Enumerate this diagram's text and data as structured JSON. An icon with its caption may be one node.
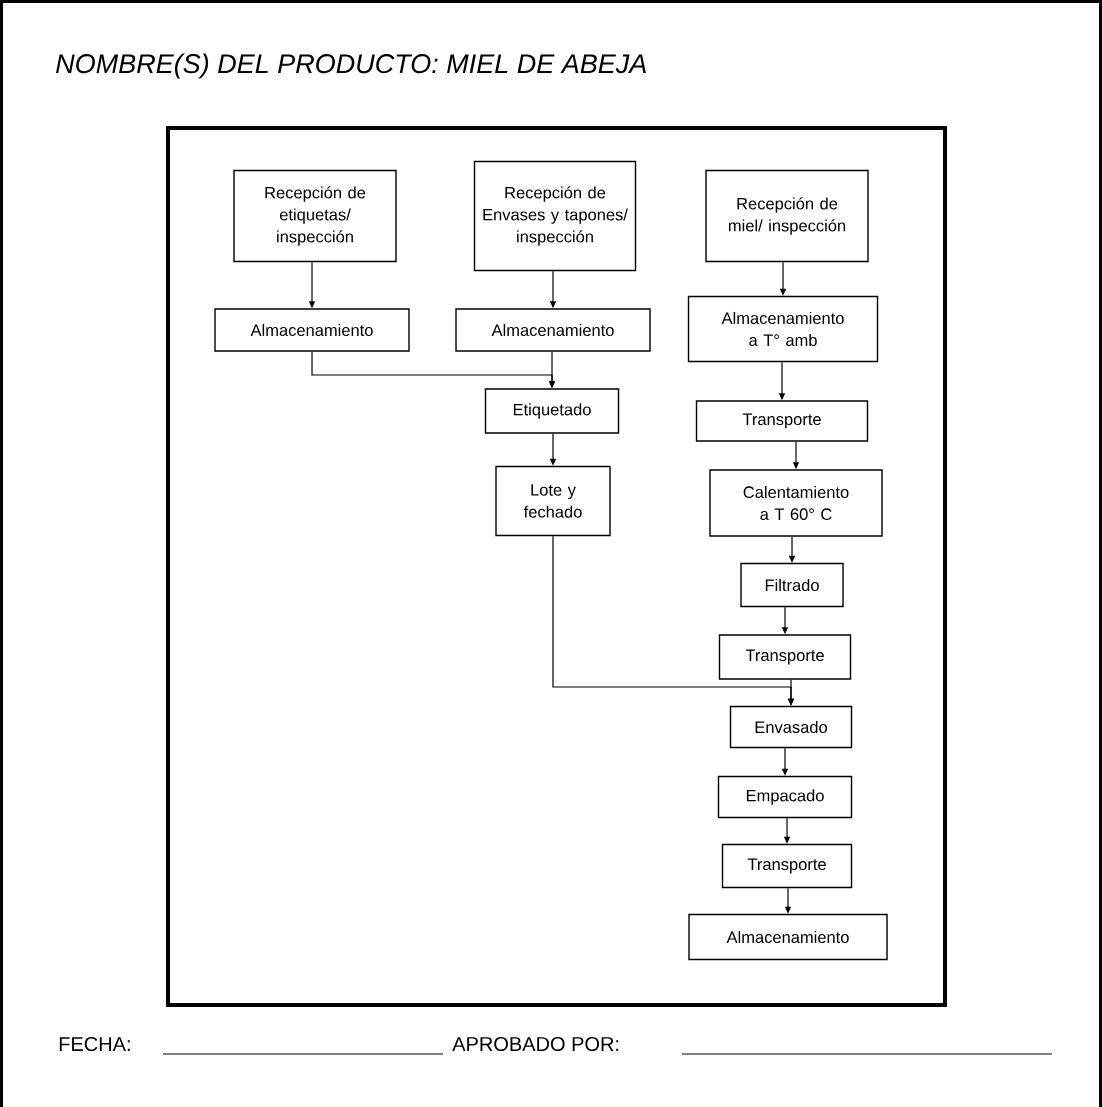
{
  "diagram": {
    "title": "NOMBRE(S) DEL PRODUCTO: MIEL DE ABEJA",
    "nodes": [
      {
        "text": [
          "Recepción de etiquetas/ inspección"
        ]
      },
      {
        "text": [
          "Recepción de Envases y tapones/ inspección"
        ]
      },
      {
        "text": [
          "Recepción de miel/ inspección"
        ]
      },
      {
        "text": [
          "Almacenamiento"
        ]
      },
      {
        "text": [
          "Almacenamiento"
        ]
      },
      {
        "text": [
          "Almacenamiento a T° amb"
        ]
      },
      {
        "text": [
          "Etiquetado"
        ]
      },
      {
        "text": [
          "Transporte"
        ]
      },
      {
        "text": [
          "Lote y fechado"
        ]
      },
      {
        "text": [
          "Calentamiento a T 60° C"
        ]
      },
      {
        "text": [
          "Filtrado"
        ]
      },
      {
        "text": [
          "Transporte"
        ]
      },
      {
        "text": [
          "Envasado"
        ]
      },
      {
        "text": [
          "Empacado"
        ]
      },
      {
        "text": [
          "Transporte"
        ]
      },
      {
        "text": [
          "Almacenamiento"
        ]
      }
    ],
    "edges": [
      {
        "from": 0,
        "to": 3,
        "arrow": "to"
      },
      {
        "from": 1,
        "to": 4,
        "arrow": "to"
      },
      {
        "from": 2,
        "to": 5,
        "arrow": "to"
      },
      {
        "from": 3,
        "to": 6,
        "arrow": "to"
      },
      {
        "from": 4,
        "to": 6,
        "arrow": "to"
      },
      {
        "from": 5,
        "to": 7,
        "arrow": "to"
      },
      {
        "from": 6,
        "to": 8,
        "arrow": "to"
      },
      {
        "from": 7,
        "to": 9,
        "arrow": "to"
      },
      {
        "from": 9,
        "to": 10,
        "arrow": "to"
      },
      {
        "from": 10,
        "to": 11,
        "arrow": "to"
      },
      {
        "from": 8,
        "to": 12,
        "arrow": "to"
      },
      {
        "from": 11,
        "to": 12,
        "arrow": "to"
      },
      {
        "from": 12,
        "to": 13,
        "arrow": "to"
      },
      {
        "from": 13,
        "to": 14,
        "arrow": "to"
      },
      {
        "from": 14,
        "to": 15,
        "arrow": "to"
      }
    ],
    "labels": [
      "FECHA:",
      "APROBADO POR:"
    ]
  }
}
